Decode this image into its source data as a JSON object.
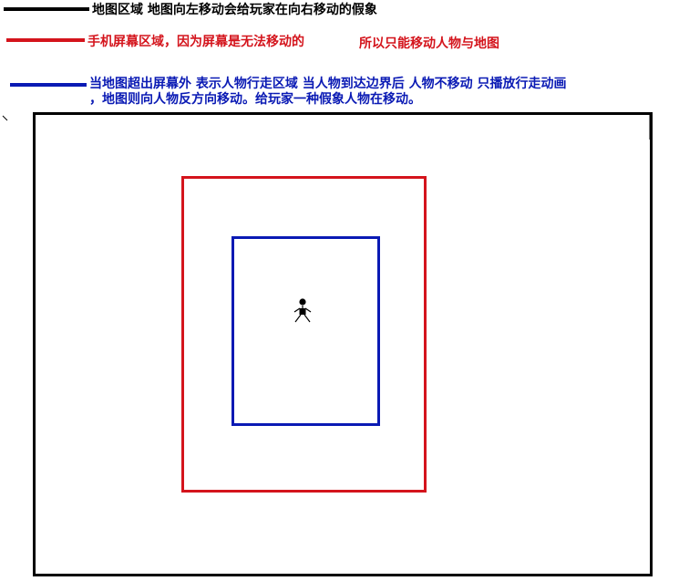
{
  "legend": {
    "map": {
      "label": "地图区域  地图向左移动会给玩家在向右移动的假象",
      "color": "#000000"
    },
    "screen": {
      "label_a": "手机屏幕区域，因为屏幕是无法移动的",
      "label_b": "所以只能移动人物与地图",
      "color": "#d4141c"
    },
    "walk_area": {
      "line1": "当地图超出屏幕外  表示人物行走区域  当人物到达边界后  人物不移动  只播放行走动画",
      "line2": "，地图则向人物反方向移动。给玩家一种假象人物在移动。",
      "color": "#0a1ab4"
    }
  },
  "icons": {
    "player": "person-icon"
  }
}
